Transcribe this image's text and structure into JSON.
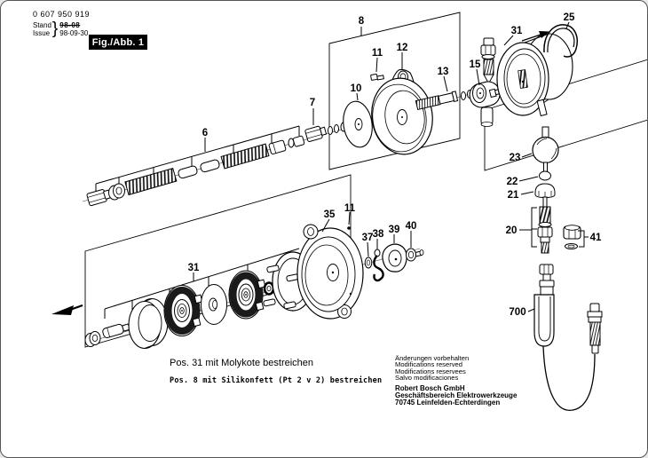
{
  "header": {
    "part_number": "0 607 950 919",
    "stand_label": "Stand",
    "issue_label": "Issue",
    "brace": "}",
    "old_date": "98-08",
    "new_date": "98-09-30",
    "figure_label": "Fig./Abb. 1"
  },
  "part_labels": {
    "p6": "6",
    "p7": "7",
    "p8": "8",
    "p10": "10",
    "p11_top": "11",
    "p12": "12",
    "p13": "13",
    "p15": "15",
    "p31_top": "31",
    "p25": "25",
    "p23": "23",
    "p22": "22",
    "p21": "21",
    "p20": "20",
    "p41": "41",
    "p700": "700",
    "p31_bottom": "31",
    "p35": "35",
    "p11_bottom": "11",
    "p37": "37",
    "p38": "38",
    "p39": "39",
    "p40": "40"
  },
  "notes": {
    "note1": "Pos. 31 mit Molykote bestreichen",
    "note2": "Pos. 8 mit Silikonfett (Pt 2 v 2) bestreichen"
  },
  "footer": {
    "disclaimers": [
      "Änderungen vorbehalten",
      "Modifications reserved",
      "Modifications reservees",
      "Salvo modificaciones"
    ],
    "company": [
      "Robert Bosch GmbH",
      "Geschäftsbereich Elektrowerkzeuge",
      "70745 Leinfelden-Echterdingen"
    ]
  },
  "colors": {
    "ink": "#000000",
    "paper": "#ffffff"
  }
}
